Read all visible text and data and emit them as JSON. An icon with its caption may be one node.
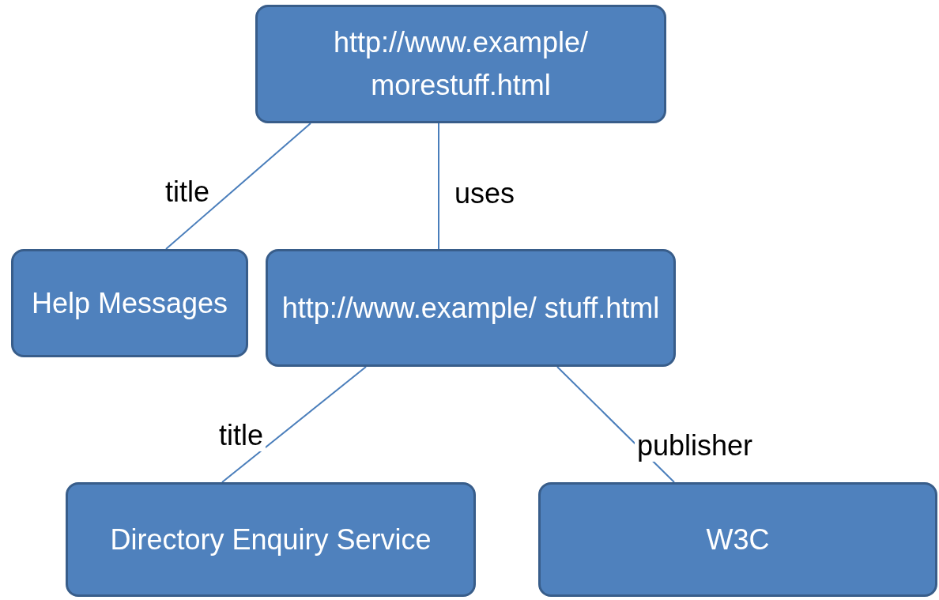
{
  "diagram": {
    "nodes": [
      {
        "text": [
          "http://www.example/ morestuff.html"
        ]
      },
      {
        "text": [
          "Help Messages"
        ]
      },
      {
        "text": [
          "http://www.example/ stuff.html"
        ]
      },
      {
        "text": [
          "Directory Enquiry Service"
        ]
      },
      {
        "text": [
          "W3C"
        ]
      }
    ],
    "edges": [
      {
        "from": 0,
        "to": 1,
        "arrow": "none",
        "label": "title"
      },
      {
        "from": 0,
        "to": 2,
        "arrow": "none",
        "label": "uses"
      },
      {
        "from": 2,
        "to": 3,
        "arrow": "none",
        "label": "title"
      },
      {
        "from": 2,
        "to": 4,
        "arrow": "none",
        "label": "publisher"
      }
    ]
  }
}
